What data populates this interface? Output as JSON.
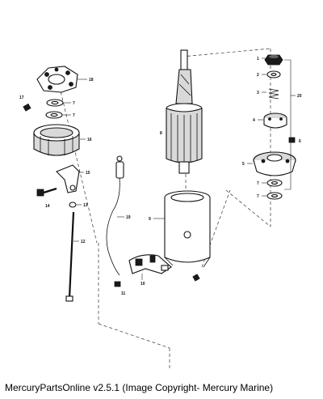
{
  "footer": {
    "caption": "MercuryPartsOnline v2.5.1 (Image Copyright- Mercury Marine)"
  },
  "callouts": {
    "c1": "1",
    "c2": "2",
    "c3": "3",
    "c4": "4",
    "c5": "5",
    "c6": "6",
    "c7a": "7",
    "c7b": "7",
    "c7c": "7",
    "c7d": "7",
    "c8": "8",
    "c9": "9",
    "c10": "10",
    "c11": "11",
    "c12": "12",
    "c13": "13",
    "c14": "14",
    "c15": "15",
    "c16": "16",
    "c17": "17",
    "c18": "18",
    "c19": "19",
    "c20": "20"
  }
}
